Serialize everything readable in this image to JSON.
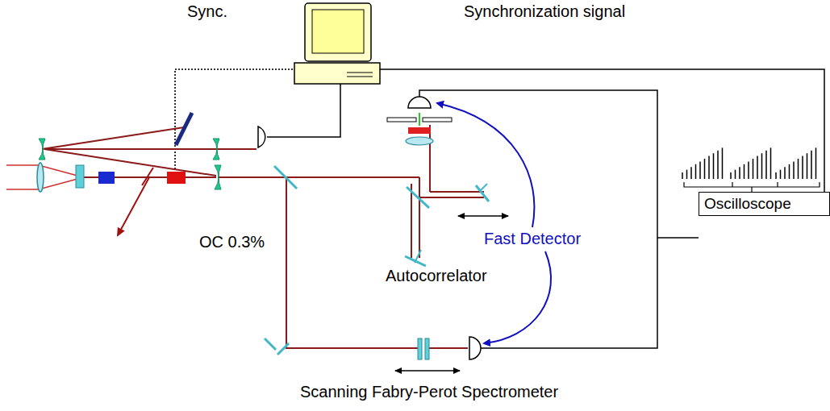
{
  "diagram": {
    "nodes": [
      {
        "text": [
          "Oscilloscope"
        ]
      }
    ],
    "labels": [
      "Sync.",
      "Synchronization signal",
      "Fast Detector",
      "OC 0.3%",
      "Autocorrelator",
      "Scanning Fabry-Perot Spectrometer"
    ]
  }
}
